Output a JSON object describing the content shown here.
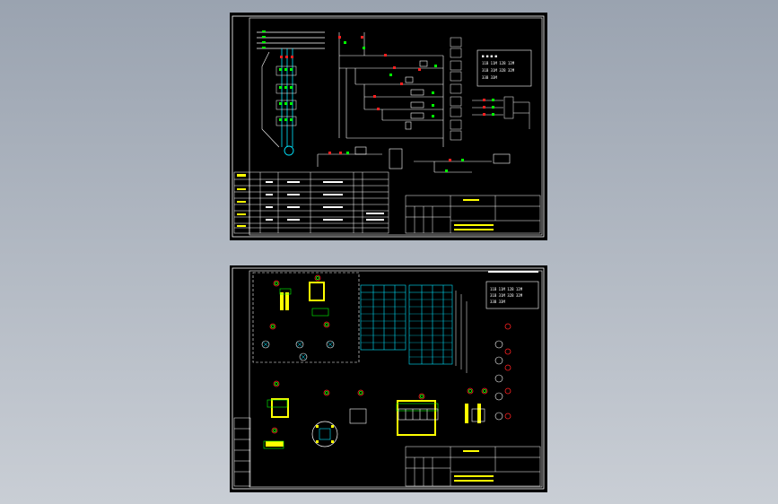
{
  "canvas": {
    "background_top": "#9aa3b0",
    "background_bottom": "#c7ccd3",
    "sheet_background": "#000000",
    "line_color": "#ffffff",
    "accent_green": "#00ff00",
    "accent_red": "#ff2020",
    "accent_yellow": "#ffff00",
    "accent_cyan": "#00e5ff"
  },
  "sheets": [
    {
      "name": "main-circuit-sheet",
      "legend_lines": [
        "11B 11M 12B 12M",
        "31B 31M 32B 32M",
        "33B 33M"
      ],
      "table_rows": 9
    },
    {
      "name": "terminal-wiring-sheet",
      "legend_lines": [
        "11B 11M 12B 12M",
        "31B 31M 32B 32M",
        "33B 33M"
      ]
    }
  ]
}
